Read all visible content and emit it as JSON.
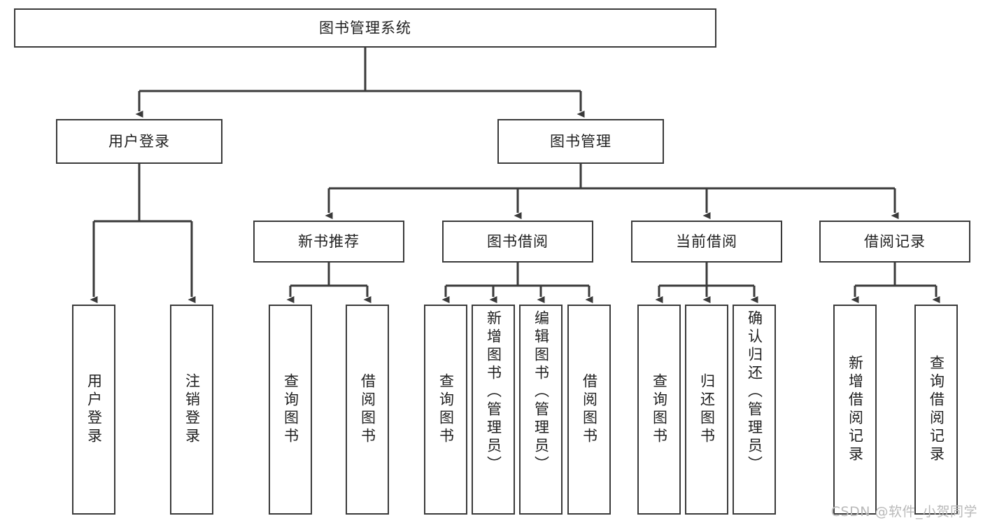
{
  "diagram": {
    "title": "图书管理系统",
    "type": "tree",
    "watermark": "CSDN @软件_小贺同学",
    "colors": {
      "box_border": "#3a3a3a",
      "box_fill": "#ffffff",
      "edge": "#3a3a3a",
      "text": "#1f1f1f",
      "watermark": "#b9b9b9",
      "background": "#ffffff"
    },
    "root": {
      "label": "图书管理系统"
    },
    "level2": [
      {
        "label": "用户登录"
      },
      {
        "label": "图书管理"
      }
    ],
    "level3": [
      {
        "label": "新书推荐"
      },
      {
        "label": "图书借阅"
      },
      {
        "label": "当前借阅"
      },
      {
        "label": "借阅记录"
      }
    ],
    "leaves": {
      "user_login": [
        {
          "label": "用户登录"
        },
        {
          "label": "注销登录"
        }
      ],
      "new_book_recommend": [
        {
          "label": "查询图书"
        },
        {
          "label": "借阅图书"
        }
      ],
      "book_borrow": [
        {
          "label": "查询图书"
        },
        {
          "label": "新增图书（管理员）"
        },
        {
          "label": "编辑图书（管理员）"
        },
        {
          "label": "借阅图书"
        }
      ],
      "current_borrow": [
        {
          "label": "查询图书"
        },
        {
          "label": "归还图书"
        },
        {
          "label": "确认归还（管理员）"
        }
      ],
      "borrow_record": [
        {
          "label": "新增借阅记录"
        },
        {
          "label": "查询借阅记录"
        }
      ]
    }
  }
}
